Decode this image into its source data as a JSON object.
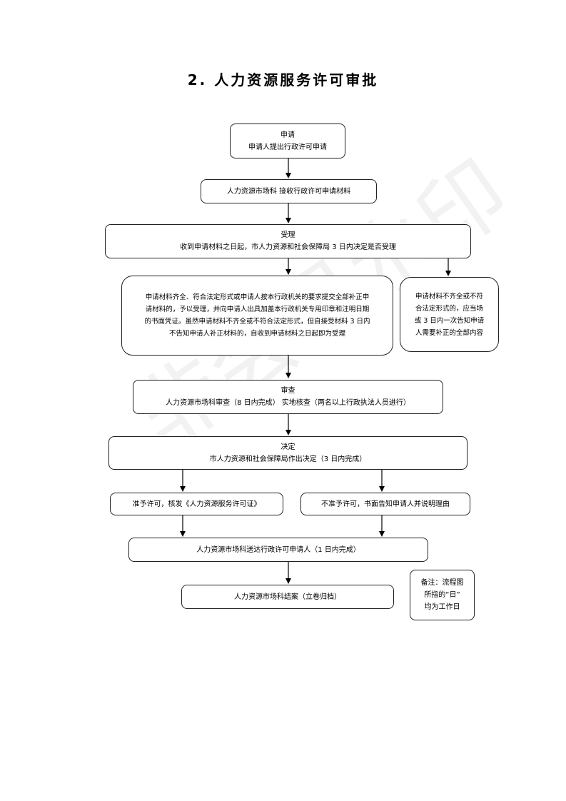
{
  "title": "2. 人力资源服务许可审批",
  "watermark": "非会员水印",
  "steps": {
    "apply": {
      "line1": "申请",
      "line2": "申请人提出行政许可申请"
    },
    "receive": {
      "line1": "人力资源市场科  接收行政许可申请材料"
    },
    "accept": {
      "line1": "受理",
      "line2": "收到申请材料之日起，市人力资源和社会保障局 3 日内决定是否受理"
    },
    "complete": {
      "line1": "申请材料齐全、符合法定形式或申请人按本行政机关的要求提交全部补正申",
      "line2": "请材料的，予以受理，并向申请人出具加盖本行政机关专用印章和注明日期",
      "line3": "的书面凭证。虽然申请材料不齐全或不符合法定形式，但自接受材料 3 日内",
      "line4": "不告知申请人补正材料的，自收到申请材料之日起即为受理"
    },
    "incomplete": {
      "line1": "申请材料不齐全或不符",
      "line2": "合法定形式的，应当场",
      "line3": "或 3 日内一次告知申请",
      "line4": "人需要补正的全部内容"
    },
    "review": {
      "line1": "审查",
      "line2": "人力资源市场科审查（8 日内完成）   实地核查（两名以上行政执法人员进行）"
    },
    "decide": {
      "line1": "决定",
      "line2": "市人力资源和社会保障局作出决定（3 日内完成）"
    },
    "grant": {
      "line1": "准予许可，核发《人力资源服务许可证》"
    },
    "deny": {
      "line1": "不准予许可，书面告知申请人并说明理由"
    },
    "deliver": {
      "line1": "人力资源市场科送达行政许可申请人（1 日内完成）"
    },
    "close": {
      "line1": "人力资源市场科结案（立卷归档）"
    },
    "note": {
      "line1": "备注：流程图",
      "line2": "所指的“日”",
      "line3": "均为工作日"
    }
  }
}
